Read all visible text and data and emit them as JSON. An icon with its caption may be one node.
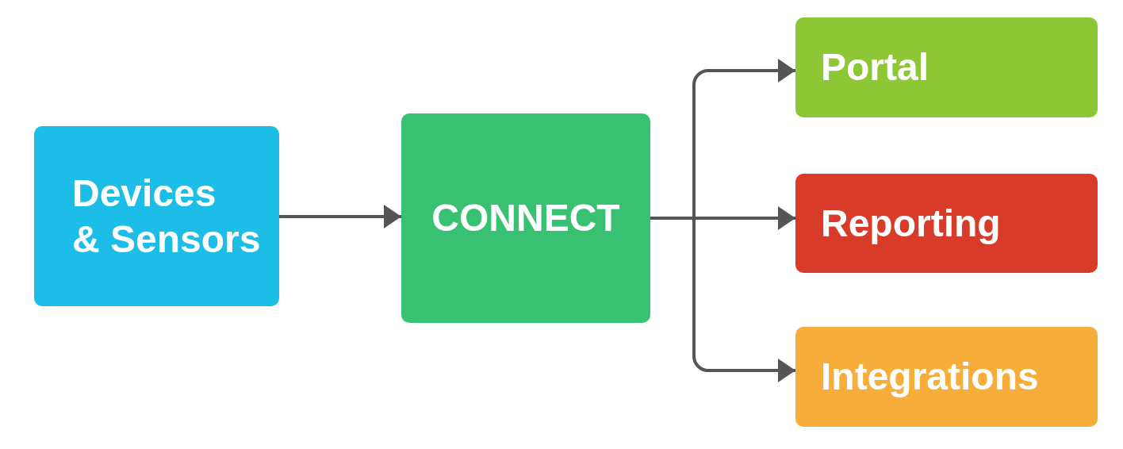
{
  "diagram": {
    "nodes": [
      {
        "text": [
          "Devices & Sensors"
        ]
      },
      {
        "text": [
          "CONNECT"
        ]
      },
      {
        "text": [
          "Portal"
        ]
      },
      {
        "text": [
          "Reporting"
        ]
      },
      {
        "text": [
          "Integrations"
        ]
      }
    ],
    "edges": [
      {
        "from": 0,
        "to": 1,
        "arrow": "to"
      },
      {
        "from": 1,
        "to": 2,
        "arrow": "to"
      },
      {
        "from": 1,
        "to": 3,
        "arrow": "to"
      },
      {
        "from": 1,
        "to": 4,
        "arrow": "to"
      }
    ]
  }
}
